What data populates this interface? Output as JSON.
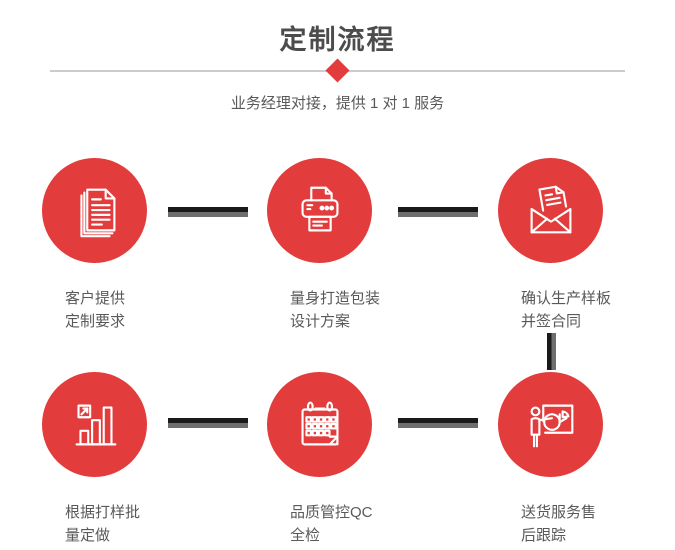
{
  "header": {
    "title": "定制流程",
    "subtitle": "业务经理对接，提供 1 对 1 服务"
  },
  "steps": [
    {
      "icon": "documents-icon",
      "label_line1": "客户提供",
      "label_line2": "定制要求"
    },
    {
      "icon": "printer-icon",
      "label_line1": "量身打造包装",
      "label_line2": "设计方案"
    },
    {
      "icon": "envelope-icon",
      "label_line1": "确认生产样板",
      "label_line2": "并签合同"
    },
    {
      "icon": "bar-chart-icon",
      "label_line1": "根据打样批",
      "label_line2": "量定做"
    },
    {
      "icon": "calendar-icon",
      "label_line1": "品质管控QC",
      "label_line2": "全检"
    },
    {
      "icon": "presentation-icon",
      "label_line1": "送货服务售",
      "label_line2": "后跟踪"
    }
  ],
  "colors": {
    "circle_red": "#e23c3c",
    "connector_dark": "#1a1a1a",
    "connector_gray": "#6e6e6e",
    "title_color": "#4c4c4c",
    "text_color": "#595959",
    "divider_color": "#cccccc",
    "page_bg": "#ffffff"
  }
}
